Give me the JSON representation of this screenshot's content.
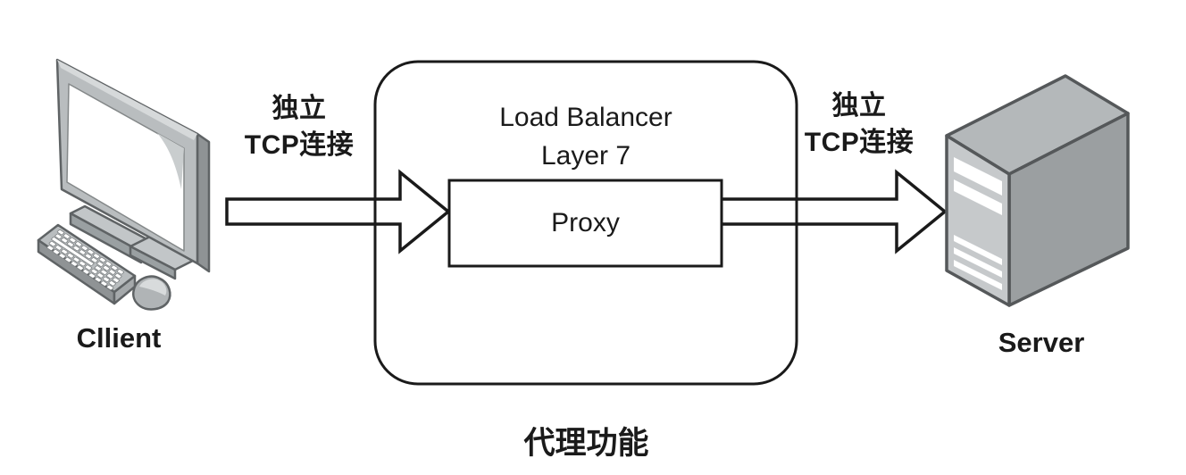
{
  "diagram": {
    "caption": "代理功能",
    "client": {
      "label": "Cllient",
      "icon": "desktop-computer-icon"
    },
    "server": {
      "label": "Server",
      "icon": "server-tower-icon"
    },
    "load_balancer": {
      "title_line1": "Load Balancer",
      "title_line2": "Layer 7",
      "proxy_label": "Proxy"
    },
    "connections": {
      "client_to_lb": {
        "label_line1": "独立",
        "label_line2": "TCP连接"
      },
      "lb_to_server": {
        "label_line1": "独立",
        "label_line2": "TCP连接"
      }
    },
    "colors": {
      "line": "#1a1a1a",
      "icon_outline": "#5f6365",
      "gray_light": "#c6c9cb",
      "gray_mid": "#b4b8ba",
      "gray_dark": "#9b9fa1",
      "background": "#ffffff"
    }
  }
}
